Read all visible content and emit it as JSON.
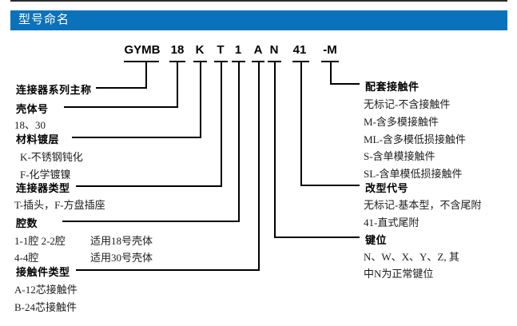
{
  "header": {
    "title": "型号命名"
  },
  "code": {
    "segments": [
      "GYMB",
      "18",
      "K",
      "T",
      "1",
      "A",
      "N",
      "41",
      "-M"
    ]
  },
  "left_groups": [
    {
      "label": "连接器系列主称",
      "items": []
    },
    {
      "label": "壳体号",
      "items": [
        "18、30"
      ]
    },
    {
      "label": "材料镀层",
      "items": [
        "K-不锈钢钝化",
        "F-化学镀镍"
      ]
    },
    {
      "label": "连接器类型",
      "items": [
        "T-插头，F-方盘插座"
      ]
    },
    {
      "label": "腔数",
      "items": [
        {
          "c1": "1-1腔  2-2腔",
          "c2": "适用18号壳体"
        },
        {
          "c1": "4-4腔",
          "c2": "适用30号壳体"
        }
      ]
    },
    {
      "label": "接触件类型",
      "items": [
        "A-12芯接触件",
        "B-24芯接触件"
      ]
    }
  ],
  "right_groups": [
    {
      "label": "配套接触件",
      "items": [
        "无标记-不含接触件",
        "M-含多模接触件",
        "ML-含多模低损接触件",
        "S-含单模接触件",
        "SL-含单模低损接触件"
      ]
    },
    {
      "label": "改型代号",
      "items": [
        "无标记-基本型，不含尾附",
        "41-直式尾附"
      ]
    },
    {
      "label": "键位",
      "items": [
        "N、W、X、Y、Z, 其",
        "中N为正常键位"
      ]
    }
  ],
  "colors": {
    "header_bar": "#0a72ba",
    "header_text": "#ffffff",
    "line": "#000000"
  }
}
